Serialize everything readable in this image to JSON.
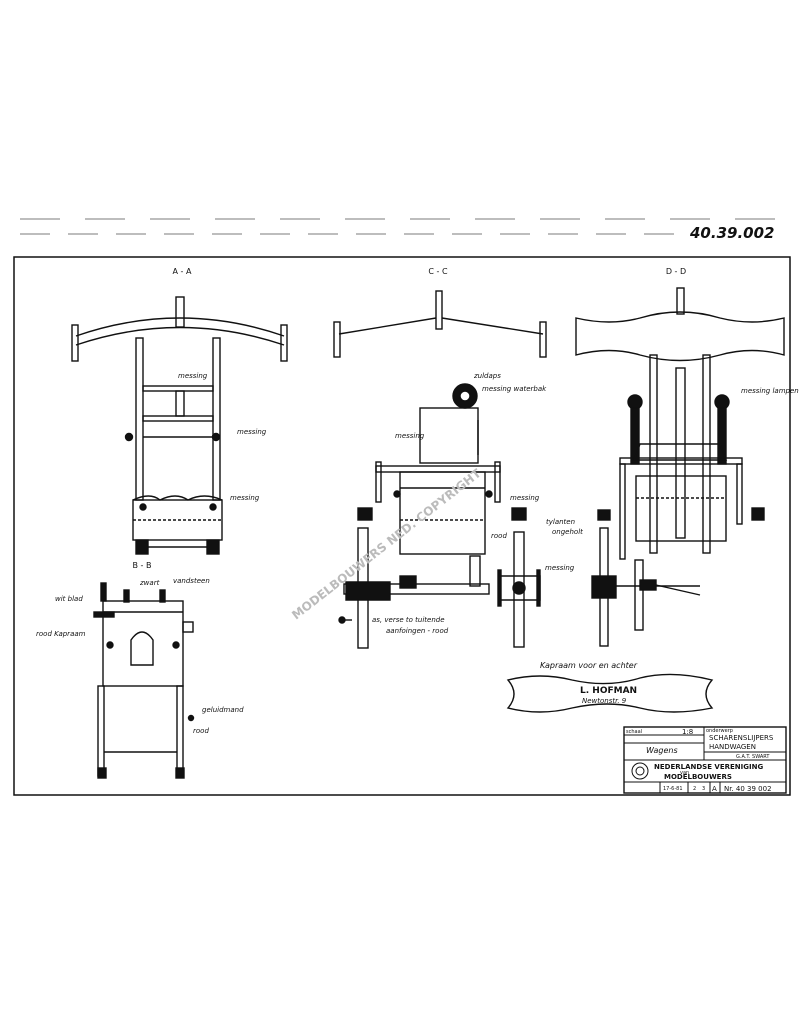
{
  "sheet_number": "40.39.002",
  "sections": {
    "aa": "A - A",
    "bb": "B - B",
    "cc": "C - C",
    "dd": "D - D"
  },
  "labels": {
    "messing_1": "messing",
    "messing_2": "messing",
    "messing_3": "messing",
    "messing_4": "messing",
    "messing_5": "messing",
    "messing_6": "messing",
    "messing_lampen": "messing lampen",
    "zuldaps": "zuldaps",
    "messing_waterbak": "messing waterbak",
    "rood_kapraam": "rood Kapraam",
    "wit_blad": "wit blad",
    "zwart": "zwart",
    "vandsteen": "vandsteen",
    "geluidmand": "geluidmand",
    "rood_1": "rood",
    "rood_2": "rood",
    "tylanten": "tylanten",
    "ongeholt": "ongeholt",
    "as_note_1": "as, verse to tuitende",
    "as_note_2": "aanfoingen - rood",
    "kapraam_caption": "Kapraam  voor en achter",
    "kapraam_name": "L. HOFMAN",
    "kapraam_addr": "Newtonstr. 9"
  },
  "title_block": {
    "scale_label": "schaal",
    "scale_value": "1:8",
    "object_label": "onderwerp",
    "object_1": "SCHARENSLIJPERS",
    "object_2": "HANDWAGEN",
    "category": "Wagens",
    "drawn_by": "G.A.T. SWART",
    "society_1": "NEDERLANDSE VERENIGING",
    "society_2": "MODELBOUWERS",
    "society_small": "van",
    "date": "17-6-81",
    "sheet_index": "2",
    "sheet_of": "3",
    "revision": "A",
    "drawing_no": "Nr. 40 39 002"
  },
  "watermark": "MODELBOUWERS NED. COPYRIGHT"
}
